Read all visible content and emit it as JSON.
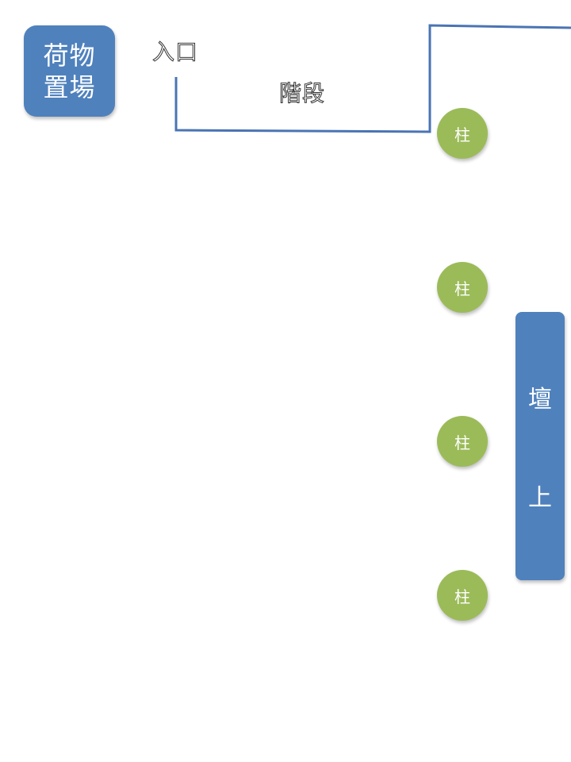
{
  "luggage_area": {
    "line1": "荷物",
    "line2": "置場"
  },
  "entrance": {
    "label": "入口"
  },
  "stairs": {
    "label": "階段"
  },
  "pillars": [
    {
      "label": "柱"
    },
    {
      "label": "柱"
    },
    {
      "label": "柱"
    },
    {
      "label": "柱"
    }
  ],
  "stage": {
    "char1": "壇",
    "char2": "上"
  },
  "colors": {
    "box_blue": "#4f81bd",
    "pillar_green": "#9bbb59",
    "line_blue": "#4a74b4"
  }
}
